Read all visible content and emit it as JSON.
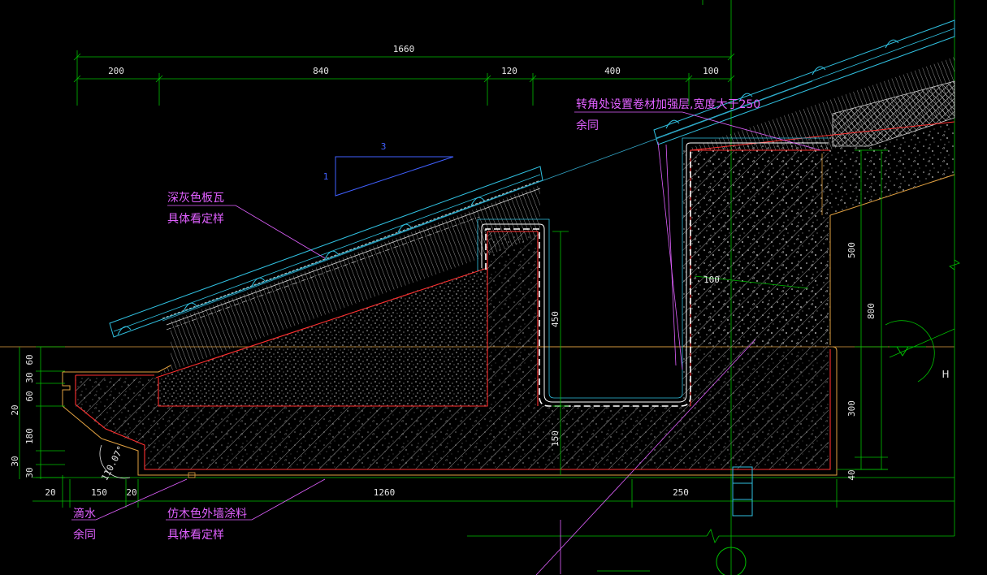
{
  "colors": {
    "background": "#000000",
    "dimension": "#00c000",
    "dimension_text": "#e8e8e8",
    "note": "#e060ff",
    "outline_red": "#ff3030",
    "outline_orange": "#e0a040",
    "tile_cyan": "#30c0e0",
    "hatch_gray": "#9a9a9a",
    "slope": "#4060ff",
    "waterproof_white": "#ffffff"
  },
  "dimensions": {
    "top_overall": "1660",
    "top_segments": [
      "200",
      "840",
      "120",
      "400",
      "100"
    ],
    "bottom_segments": [
      "20",
      "150",
      "20",
      "1260",
      "250"
    ],
    "left_segments": [
      "60",
      "30",
      "60",
      "20",
      "180",
      "30",
      "30"
    ],
    "gutter_depth": "450",
    "gutter_bottom": "150",
    "wall_offset": "100",
    "right_segments": [
      "500",
      "800",
      "300",
      "40"
    ],
    "angle": "110.07°"
  },
  "slope": {
    "run": "3",
    "rise": "1"
  },
  "elevation_mark": "H",
  "notes": {
    "tile": {
      "line1": "深灰色板瓦",
      "line2": "具体看定样"
    },
    "corner": {
      "line1": "转角处设置卷材加强层,宽度大于250",
      "line2": "余同"
    },
    "drip": {
      "line1": "滴水",
      "line2": "余同"
    },
    "coating": {
      "line1": "仿木色外墙涂料",
      "line2": "具体看定样"
    }
  }
}
